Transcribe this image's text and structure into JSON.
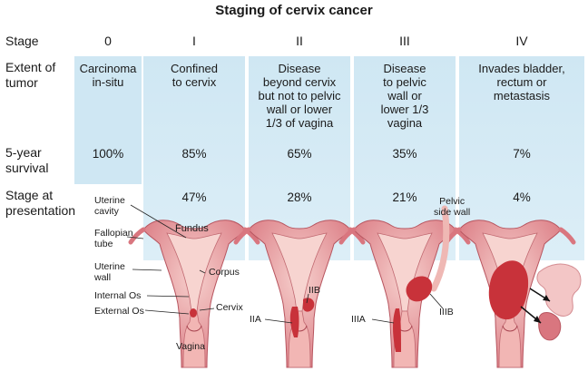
{
  "title": "Staging of cervix cancer",
  "row_labels": {
    "stage": "Stage",
    "extent": [
      "Extent of",
      "tumor"
    ],
    "survival": [
      "5-year",
      "survival"
    ],
    "presentation": [
      "Stage at",
      "presentation"
    ]
  },
  "stages": [
    {
      "stage": "0",
      "extent": [
        "Carcinoma",
        "in-situ"
      ],
      "survival": "100%",
      "presentation": ""
    },
    {
      "stage": "I",
      "extent": [
        "Confined",
        "to cervix"
      ],
      "survival": "85%",
      "presentation": "47%"
    },
    {
      "stage": "II",
      "extent": [
        "Disease",
        "beyond cervix",
        "but not to pelvic",
        "wall or lower",
        "1/3 of vagina"
      ],
      "survival": "65%",
      "presentation": "28%"
    },
    {
      "stage": "III",
      "extent": [
        "Disease",
        "to pelvic",
        "wall or",
        "lower 1/3",
        "vagina"
      ],
      "survival": "35%",
      "presentation": "21%"
    },
    {
      "stage": "IV",
      "extent": [
        "Invades bladder,",
        "rectum or",
        "metastasis"
      ],
      "survival": "7%",
      "presentation": "4%"
    }
  ],
  "anatomy_labels": {
    "uterine_cavity": [
      "Uterine",
      "cavity"
    ],
    "fallopian_tube": [
      "Fallopian",
      "tube"
    ],
    "uterine_wall": [
      "Uterine",
      "wall"
    ],
    "internal_os": "Internal Os",
    "external_os": "External Os",
    "fundus": "Fundus",
    "corpus": "Corpus",
    "cervix": "Cervix",
    "vagina": "Vagina",
    "iia": "IIA",
    "iib": "IIB",
    "iiia": "IIIA",
    "iiib": "IIIB",
    "pelvic_side_wall": [
      "Pelvic",
      "side wall"
    ]
  },
  "colors": {
    "panel_bg": "#cfe7f3",
    "tissue_pink": "#e79aa0",
    "tissue_light": "#f5c9c6",
    "tumor_red": "#c8323a"
  }
}
